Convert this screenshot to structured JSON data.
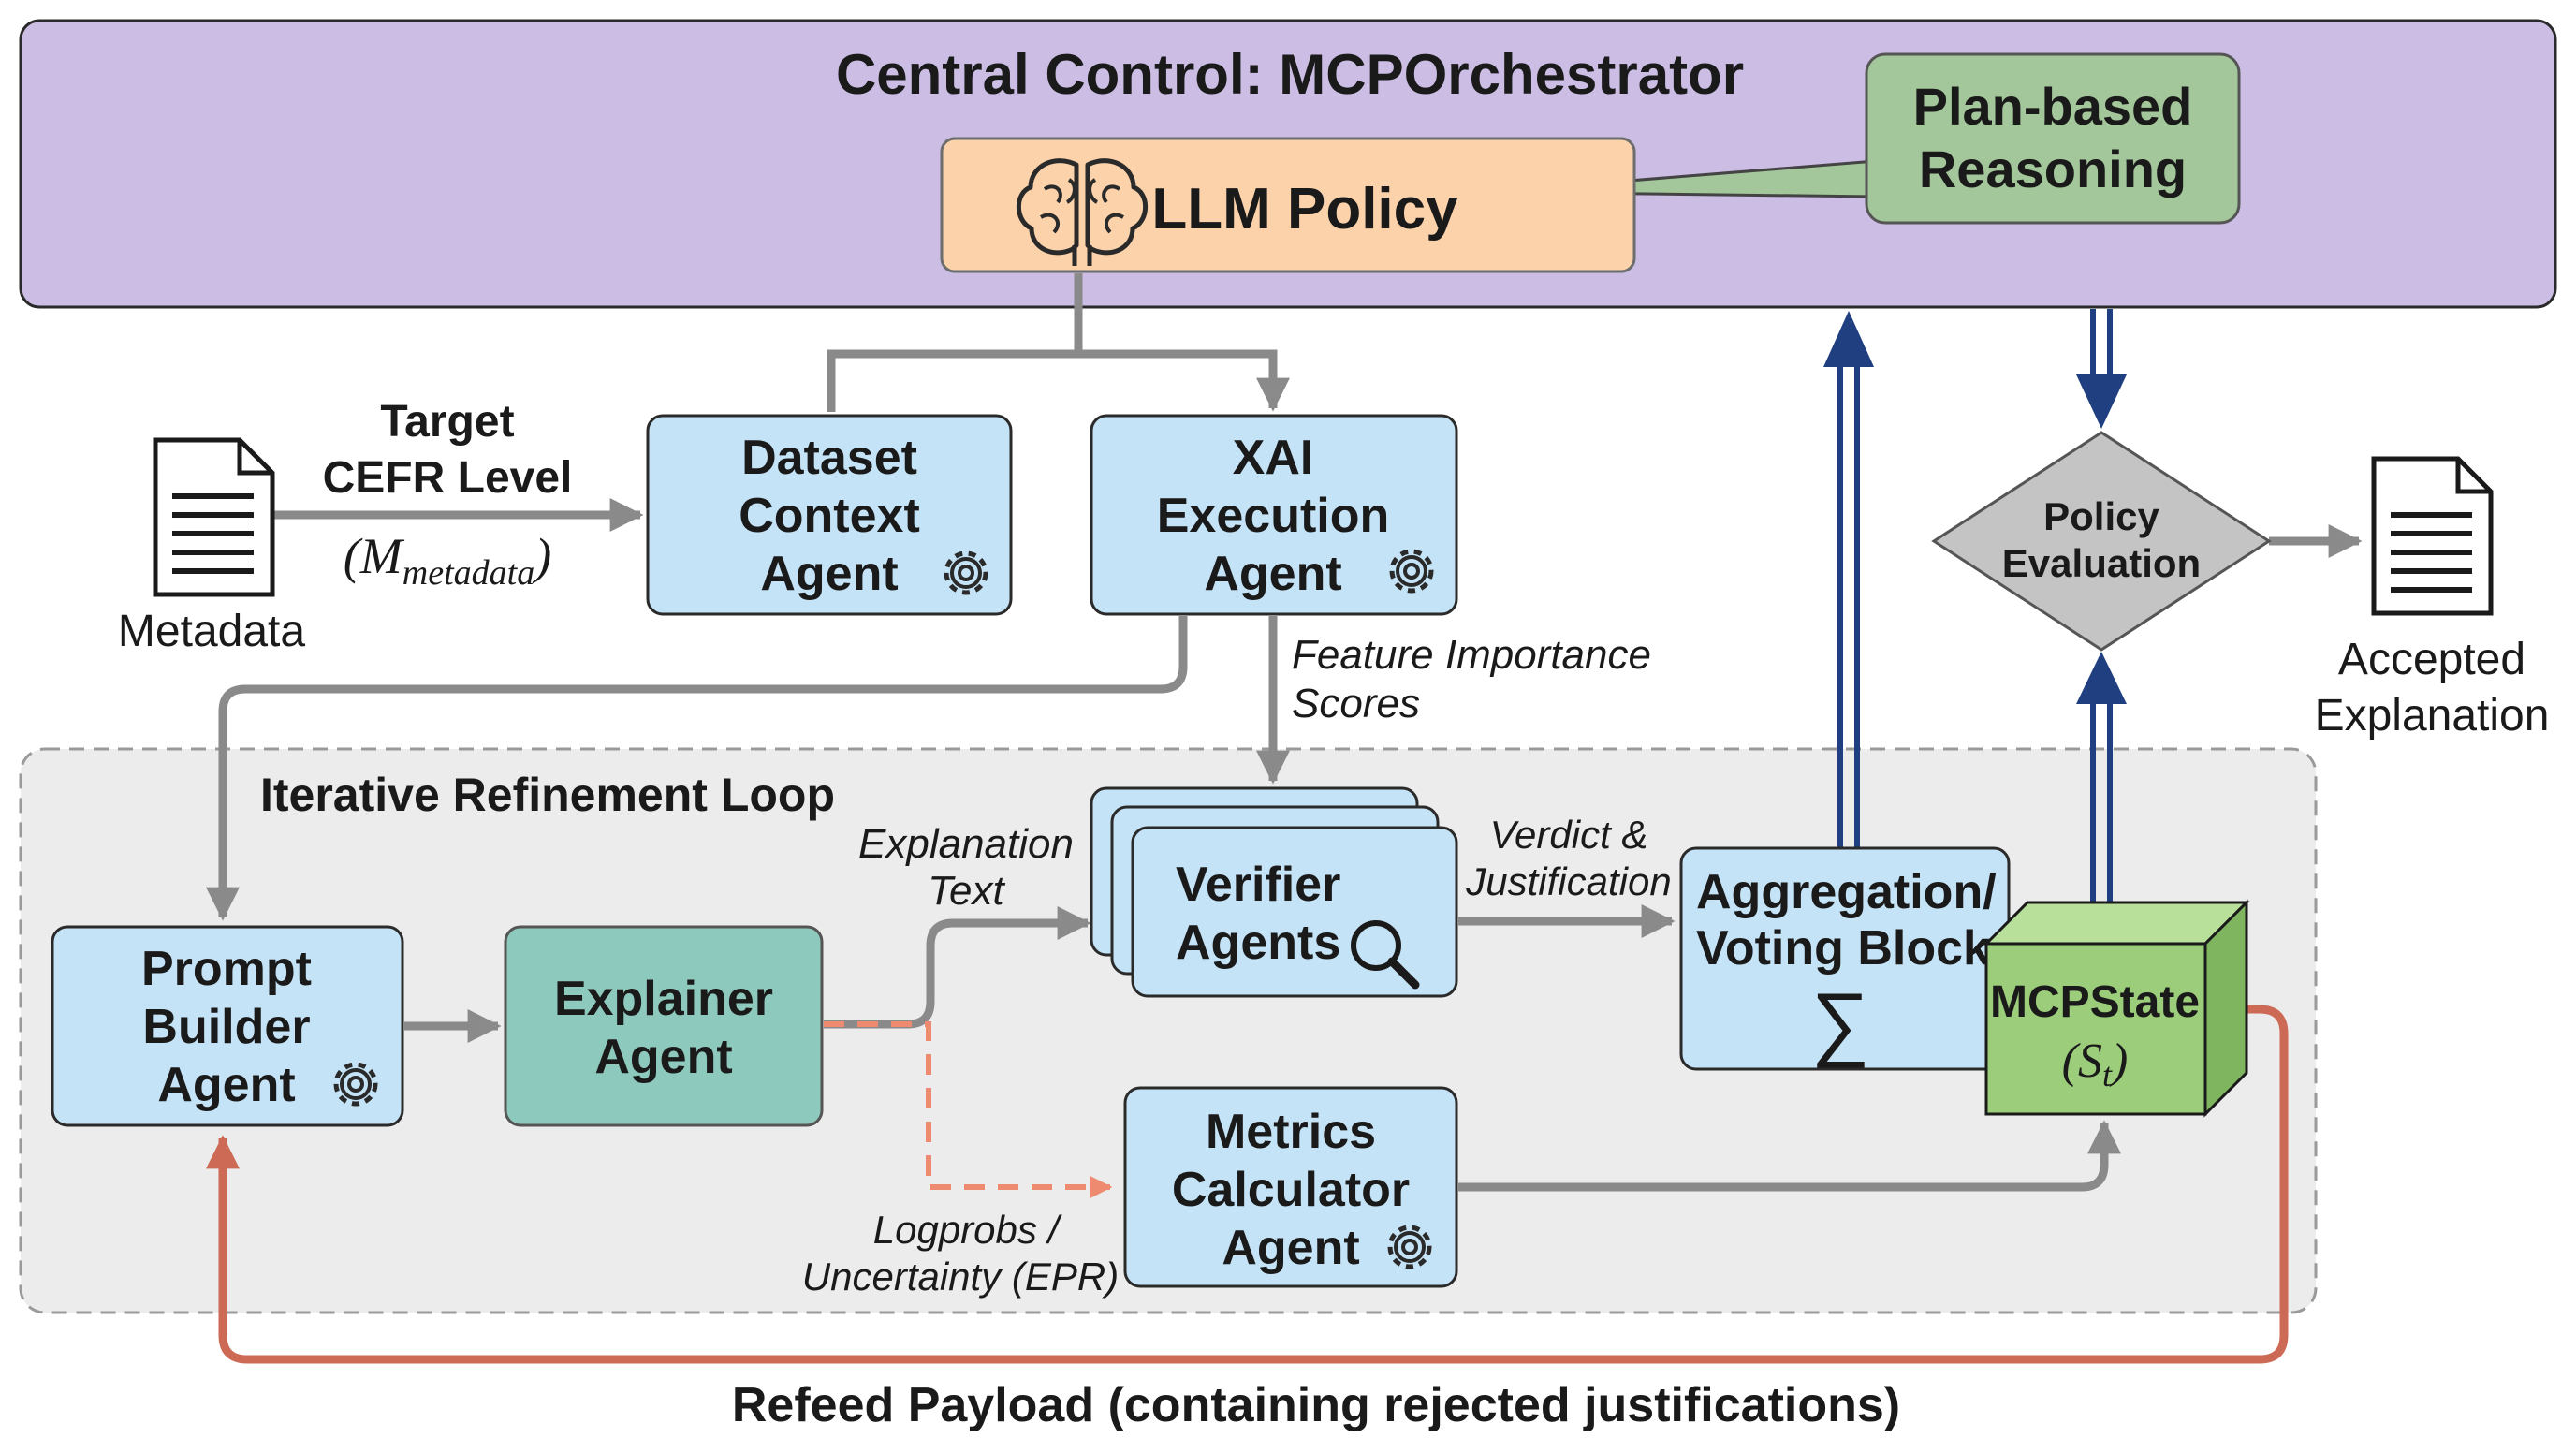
{
  "orchestrator": {
    "title": "Central Control: MCPOrchestrator",
    "llm_policy": "LLM Policy",
    "callout_line1": "Plan-based",
    "callout_line2": "Reasoning"
  },
  "metadata_input": {
    "label": "Metadata",
    "edge_line1": "Target",
    "edge_line2": "CEFR Level",
    "edge_math_base": "(M",
    "edge_math_sub": "metadata",
    "edge_math_close": ")"
  },
  "agents": {
    "dataset_context": [
      "Dataset",
      "Context",
      "Agent"
    ],
    "xai_execution": [
      "XAI",
      "Execution",
      "Agent"
    ],
    "prompt_builder": [
      "Prompt",
      "Builder",
      "Agent"
    ],
    "explainer": [
      "Explainer",
      "Agent"
    ],
    "verifier": [
      "Verifier",
      "Agents"
    ],
    "metrics_calculator": [
      "Metrics",
      "Calculator",
      "Agent"
    ],
    "aggregation": [
      "Aggregation/",
      "Voting Block"
    ],
    "aggregation_symbol": "∑"
  },
  "mcp_state": {
    "label": "MCPState",
    "symbol_open": "(S",
    "symbol_sub": "t",
    "symbol_close": ")"
  },
  "policy_evaluation": [
    "Policy",
    "Evaluation"
  ],
  "accepted_output": [
    "Accepted",
    "Explanation"
  ],
  "loop": {
    "title": "Iterative Refinement Loop",
    "feature_importance": [
      "Feature Importance",
      "Scores"
    ],
    "explanation_text": [
      "Explanation",
      "Text"
    ],
    "verdict": [
      "Verdict &",
      "Justification"
    ],
    "logprobs": [
      "Logprobs /",
      "Uncertainty (EPR)"
    ],
    "refeed": "Refeed Payload (containing rejected justifications)"
  },
  "colors": {
    "orchestrator_fill": "#cbbde3",
    "llm_fill": "#fbd2aa",
    "callout_fill": "#a3c69a",
    "agent_fill": "#c5e3f6",
    "explainer_fill": "#8ec9bd",
    "state_fill": "#9ccd7a",
    "diamond_fill": "#c4c4c4",
    "loop_fill": "#ececec",
    "gray_arrow": "#8a8a8a",
    "blue_arrow": "#1f3f80",
    "red_arrow": "#cd6a55",
    "dashed_red": "#ee8a70"
  }
}
